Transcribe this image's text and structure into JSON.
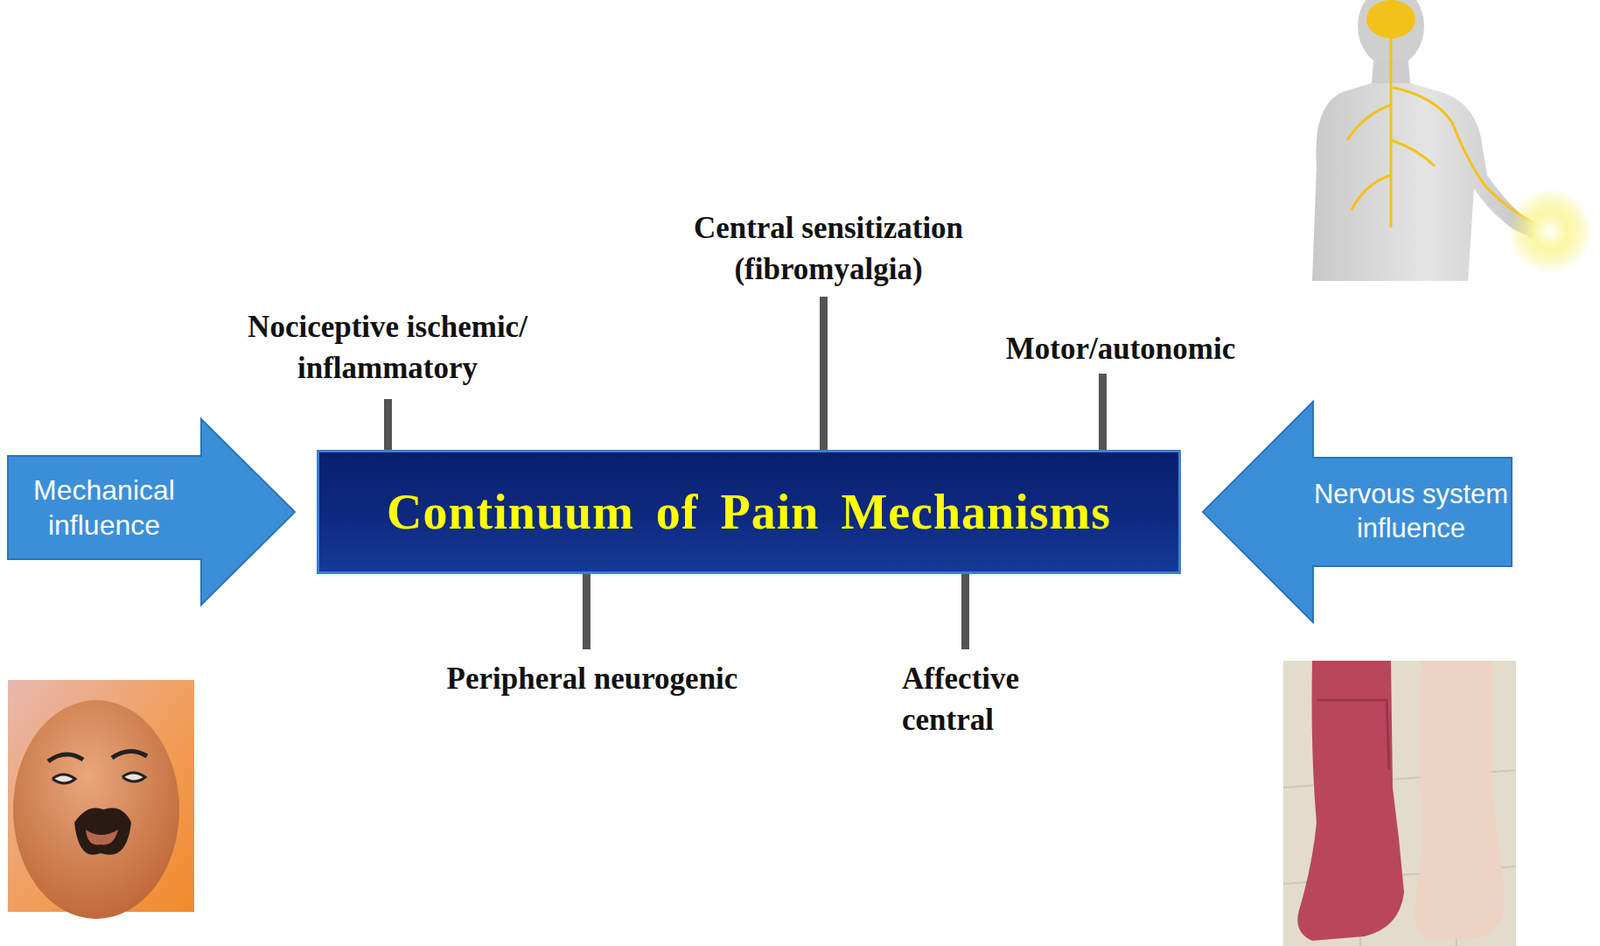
{
  "diagram": {
    "nodes": [
      {
        "text": [
          "Mechanical influence"
        ]
      },
      {
        "text": [
          "Continuum of Pain Mechanisms"
        ]
      },
      {
        "text": [
          "Nervous system influence"
        ]
      }
    ],
    "labels": [
      "Central sensitization (fibromyalgia)",
      "Nociceptive ischemic/ inflammatory",
      "Motor/autonomic",
      "Peripheral neurogenic",
      "Affective central"
    ]
  }
}
